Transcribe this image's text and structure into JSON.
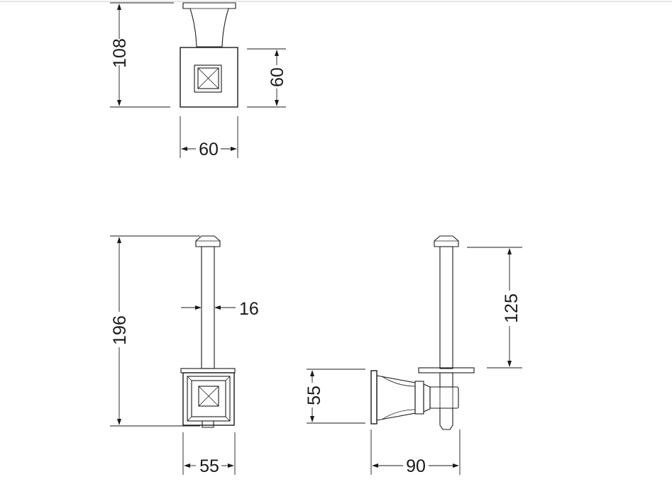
{
  "dimensions": {
    "top_height": "108",
    "top_side": "60",
    "top_width": "60",
    "front_height": "196",
    "rod_diameter": "16",
    "front_width": "55",
    "side_height": "125",
    "side_base": "55",
    "side_depth": "90"
  },
  "colors": {
    "line": "#1a1a1a",
    "background": "#ffffff"
  }
}
